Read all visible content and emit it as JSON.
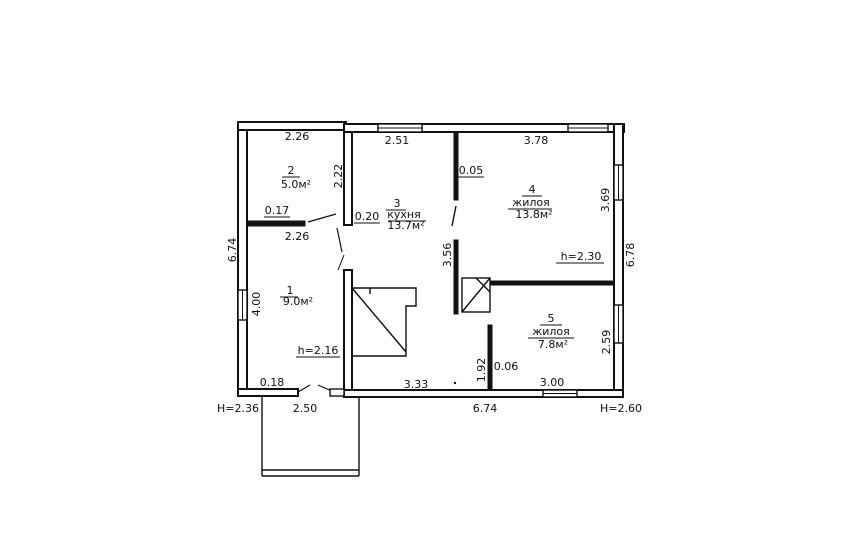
{
  "rooms": [
    {
      "id": "room-1",
      "number": "1",
      "type": "",
      "area": "9.0м²",
      "height": "h=2.16"
    },
    {
      "id": "room-2",
      "number": "2",
      "type": "",
      "area": "5.0м²",
      "height": ""
    },
    {
      "id": "room-3",
      "number": "3",
      "type": "кухня",
      "area": "13.7м²",
      "height": ""
    },
    {
      "id": "room-4",
      "number": "4",
      "type": "жилоя",
      "area": "13.8м²",
      "height": "h=2.30"
    },
    {
      "id": "room-5",
      "number": "5",
      "type": "жилоя",
      "area": "7.8м²",
      "height": ""
    }
  ],
  "dimensions": {
    "room2_top": "2.26",
    "room2_bottom": "2.26",
    "room2_right": "2.22",
    "room2_wall": "0.17",
    "room1_left_outer": "6.74",
    "room1_left_inner": "4.00",
    "room1_bottom_wall": "0.18",
    "kitchen_top": "2.51",
    "kitchen_wall": "0.20",
    "partition_wall": "0.05",
    "partition_len": "3.56",
    "room4_top": "3.78",
    "room4_right": "3.69",
    "right_outer": "6.78",
    "room5_right": "2.59",
    "kitchen_bottom": "3.33",
    "room5_left": "1.92",
    "room5_wall": "0.06",
    "room5_bottom": "3.00",
    "house_bottom": "6.74",
    "porch_width": "2.50"
  },
  "heights": {
    "left_outer": "H=2.36",
    "right_outer": "H=2.60"
  }
}
